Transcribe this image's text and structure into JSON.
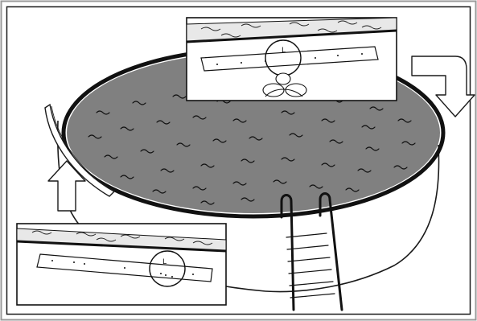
{
  "figure": {
    "callouts": [
      {
        "label": "L",
        "position": "top-center"
      },
      {
        "label": "L",
        "position": "bottom-left"
      }
    ],
    "arrows": [
      {
        "icon": "arrow-up-icon",
        "direction": "up",
        "position": "left"
      },
      {
        "icon": "arrow-turn-down-icon",
        "direction": "down",
        "position": "right"
      }
    ],
    "colors": {
      "outline": "#1a1a1a",
      "water": "#808080",
      "paper": "#ffffff",
      "frame": "#9a9a9a"
    }
  }
}
